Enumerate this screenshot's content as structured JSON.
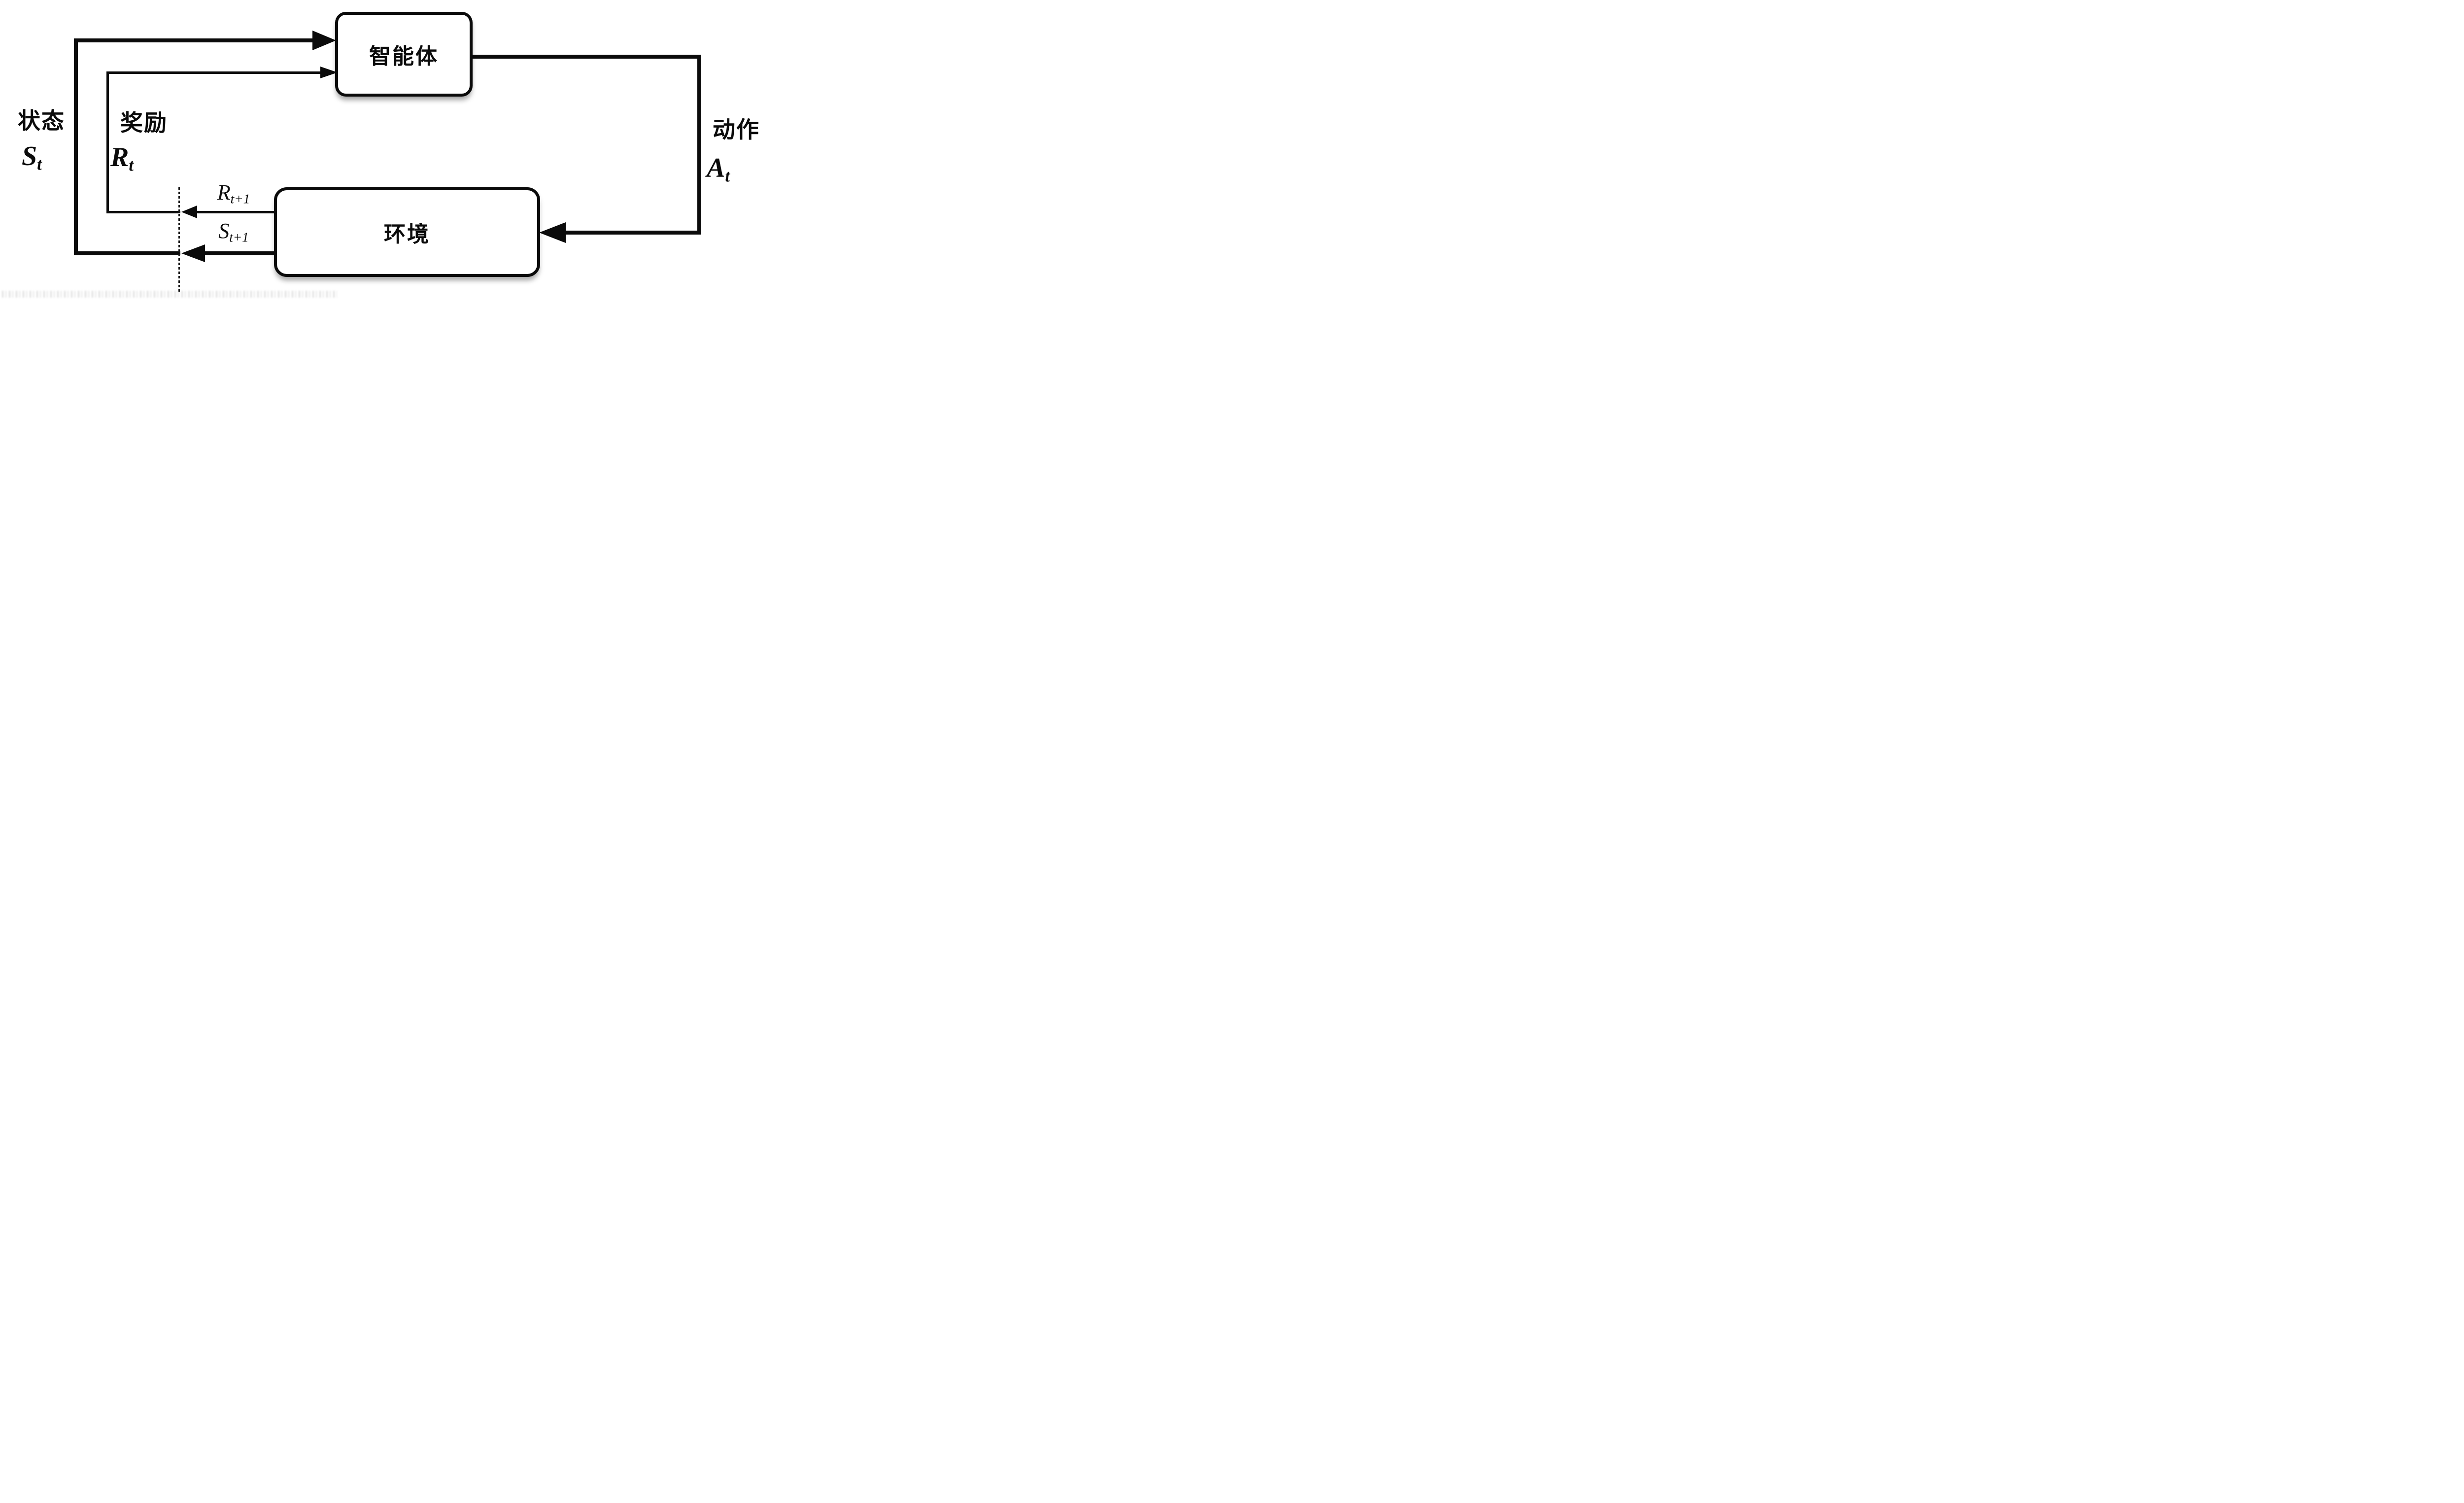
{
  "colors": {
    "line": "#0b0b0b",
    "background": "#ffffff"
  },
  "nodes": {
    "agent": {
      "label": "智能体"
    },
    "environment": {
      "label": "环境"
    }
  },
  "labels": {
    "state": {
      "title": "状态",
      "symbol": "S",
      "sub": "t"
    },
    "reward": {
      "title": "奖励",
      "symbol": "R",
      "sub": "t"
    },
    "action": {
      "title": "动作",
      "symbol": "A",
      "sub": "t"
    },
    "next_reward": {
      "symbol": "R",
      "sub": "t+1"
    },
    "next_state": {
      "symbol": "S",
      "sub": "t+1"
    }
  }
}
